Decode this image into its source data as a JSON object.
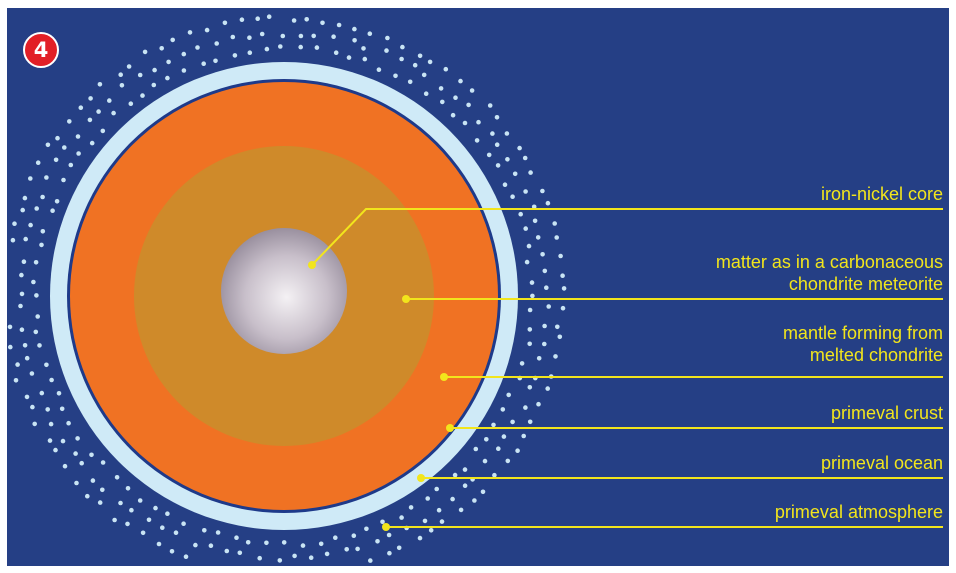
{
  "step_number": "4",
  "colors": {
    "background": "#253f85",
    "atmosphere_dots": "#c9e4f4",
    "ocean": "#cfeaf7",
    "crust": "#1e3a8a",
    "mantle": "#f07223",
    "chondrite": "#cf8a2a",
    "core": "#b9b0be",
    "leader": "#f2e51c"
  },
  "layers": [
    {
      "id": "core",
      "label": "iron-nickel core"
    },
    {
      "id": "chondrite",
      "label": "matter as in a carbonaceous\nchondrite meteorite"
    },
    {
      "id": "mantle",
      "label": "mantle forming from\nmelted chondrite"
    },
    {
      "id": "crust",
      "label": "primeval crust"
    },
    {
      "id": "ocean",
      "label": "primeval ocean"
    },
    {
      "id": "atmosphere",
      "label": "primeval atmosphere"
    }
  ]
}
